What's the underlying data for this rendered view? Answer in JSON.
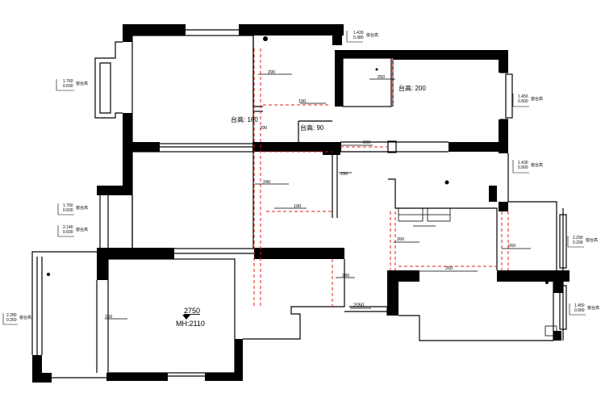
{
  "colors": {
    "wall": "#000000",
    "thin": "#000000",
    "red": "#e0201e",
    "bg": "#ffffff"
  },
  "labels": {
    "counter_200": "台高: 200",
    "counter_160": "台高: 160",
    "counter_90": "台高: 90",
    "room_2750": "2750",
    "room_mh": "MH:2110",
    "dim_2050": "2050"
  },
  "dims": [
    "290",
    "190",
    "250",
    "290",
    "240",
    "190",
    "290",
    "290",
    "260",
    "260",
    "250",
    "290",
    "260"
  ],
  "window_notes": [
    {
      "a": "1.430",
      "b": "0.380",
      "c": "窗台高"
    },
    {
      "a": "1.760",
      "b": "0.600",
      "c": "窗台高"
    },
    {
      "a": "1.450",
      "b": "0.900",
      "c": "窗台高"
    },
    {
      "a": "1.430",
      "b": "0.900",
      "c": "窗台高"
    },
    {
      "a": "1.760",
      "b": "0.600",
      "c": "窗台高"
    },
    {
      "a": "2.140",
      "b": "0.600",
      "c": "窗台高"
    },
    {
      "a": "2.290",
      "b": "0.200",
      "c": "窗台高"
    },
    {
      "a": "2.280",
      "b": "0.250",
      "c": "窗台高"
    },
    {
      "a": "1.450",
      "b": "0.900",
      "c": "窗台高"
    }
  ]
}
